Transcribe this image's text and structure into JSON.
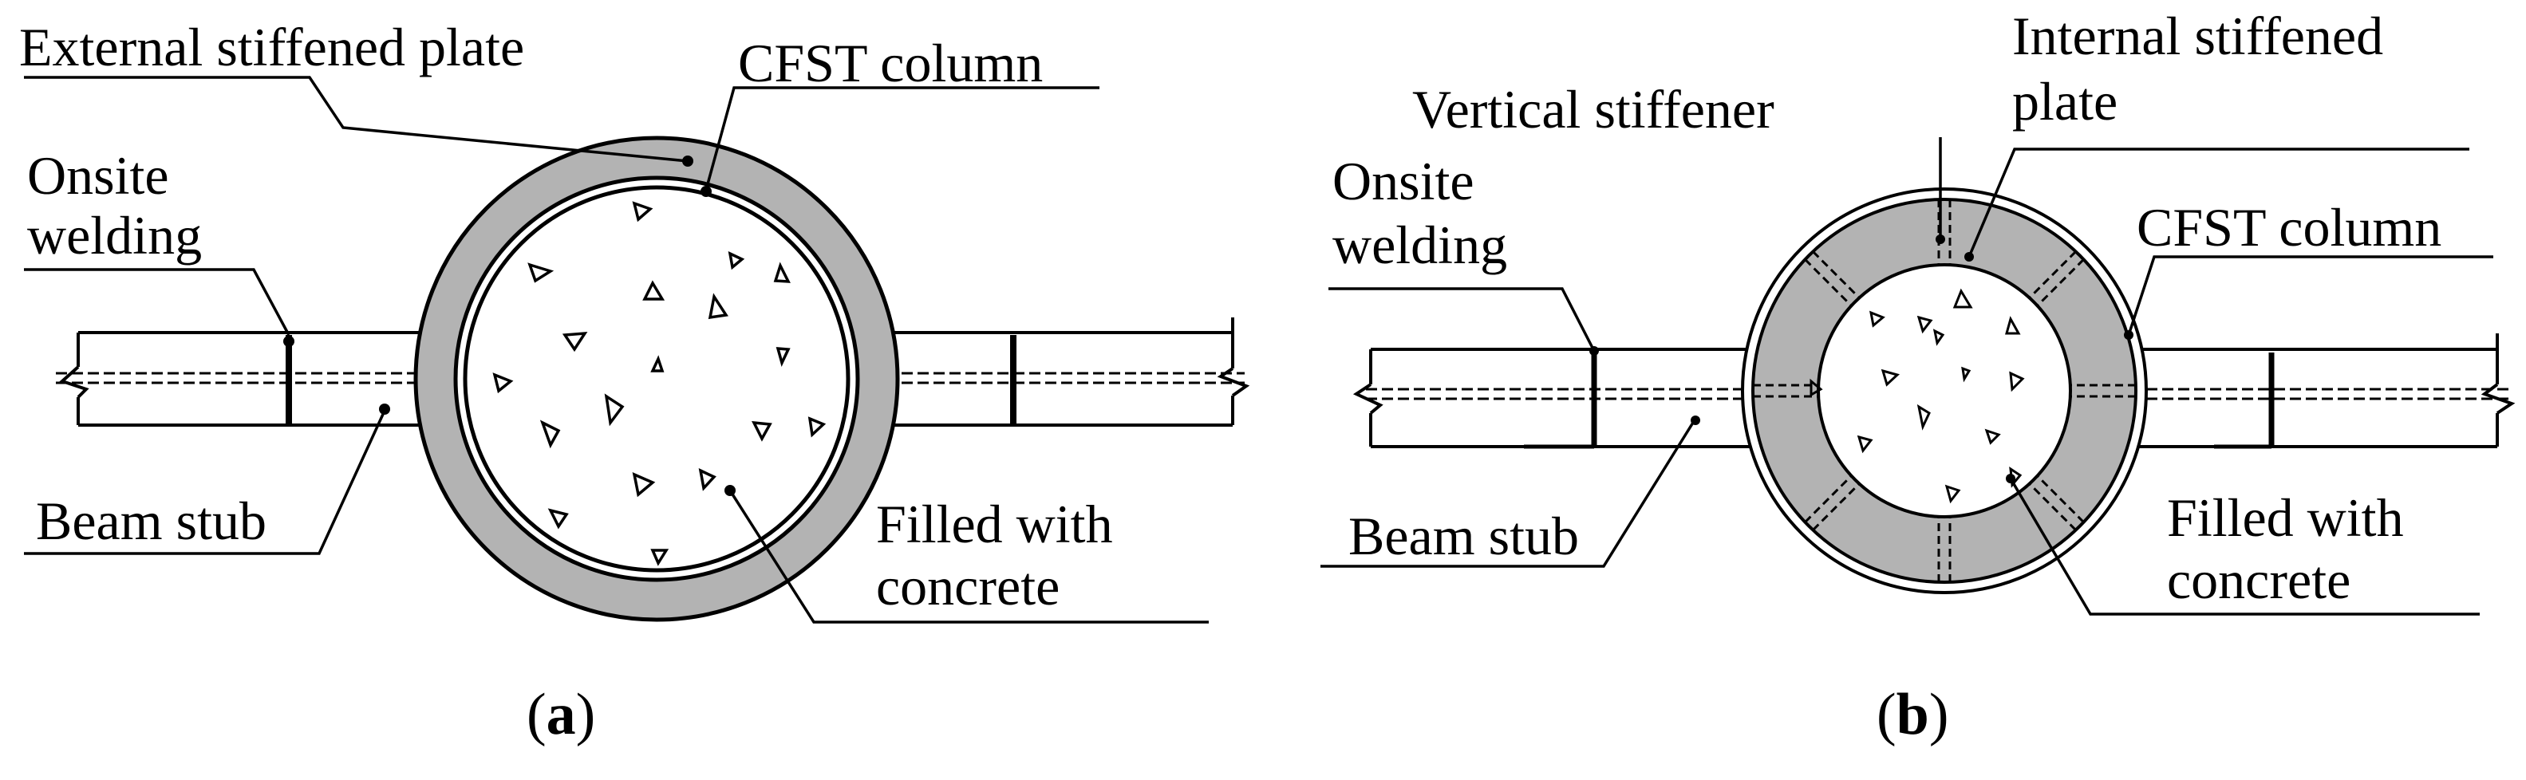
{
  "panel_a": {
    "label_external_plate": "External stiffened plate",
    "label_cfst_column": "CFST column",
    "label_onsite_line1": "Onsite",
    "label_onsite_line2": "welding",
    "label_beam_stub": "Beam stub",
    "label_filled_line1": "Filled with",
    "label_filled_line2": "concrete",
    "caption_open": "(",
    "caption_letter": "a",
    "caption_close": ")"
  },
  "panel_b": {
    "label_internal_line1": "Internal stiffened",
    "label_internal_line2": "plate",
    "label_vertical_stiffener": "Vertical stiffener",
    "label_onsite_line1": "Onsite",
    "label_onsite_line2": "welding",
    "label_cfst_column": "CFST column",
    "label_beam_stub": "Beam stub",
    "label_filled_line1": "Filled with",
    "label_filled_line2": "concrete",
    "caption_open": "(",
    "caption_letter": "b",
    "caption_close": ")"
  },
  "colors": {
    "line": "#000000",
    "plate_fill": "#b3b3b3",
    "concrete_fill": "#ffffff"
  }
}
